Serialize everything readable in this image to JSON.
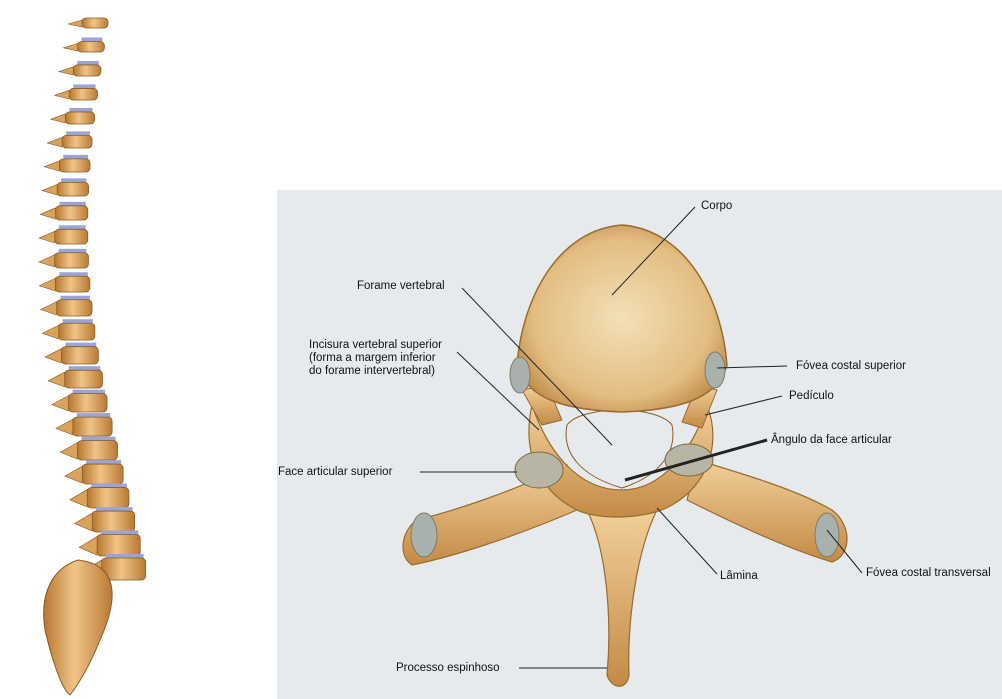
{
  "diagram": {
    "labels": {
      "corpo": "Corpo",
      "forame_vertebral": "Forame vertebral",
      "incisura_line1": "Incisura vertebral superior",
      "incisura_line2": "(forma a margem inferior",
      "incisura_line3": "do forame intervertebral)",
      "fovea_costal_superior": "Fóvea costal superior",
      "pediculo": "Pedículo",
      "angulo_face_articular": "Ângulo da face articular",
      "face_articular_superior": "Face articular superior",
      "lamina": "Lâmina",
      "fovea_costal_transversal": "Fóvea costal transversal",
      "processo_espinhoso": "Processo espinhoso"
    }
  },
  "colors": {
    "bone": "#d9a35c",
    "bone_light": "#efd3a0",
    "bone_dark": "#a8702f",
    "disc": "#9aa4d6",
    "panel_bg": "#e6eaed",
    "cartilage": "#a9b1ad"
  }
}
